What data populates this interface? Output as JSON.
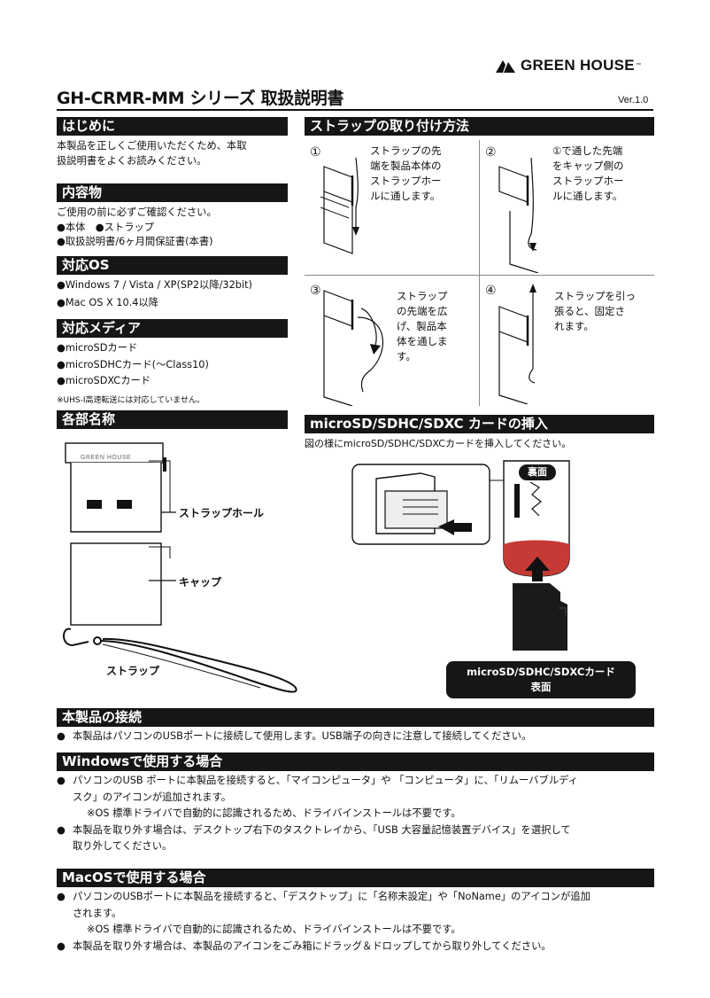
{
  "header": {
    "brand": "GREEN HOUSE",
    "brand_tm": "™",
    "title": "GH-CRMR-MM シリーズ 取扱説明書",
    "version": "Ver.1.0"
  },
  "intro": {
    "heading": "はじめに",
    "lines": [
      "本製品を正しくご使用いただくため、本取",
      "扱説明書をよくお読みください。"
    ]
  },
  "contents": {
    "heading": "内容物",
    "lines": [
      "ご使用の前に必ずご確認ください。",
      "●本体　●ストラップ",
      "●取扱説明書/6ヶ月間保証書(本書)"
    ]
  },
  "os": {
    "heading": "対応OS",
    "lines": [
      "●Windows 7 / Vista / XP(SP2以降/32bit)",
      "●Mac OS X 10.4以降"
    ]
  },
  "media": {
    "heading": "対応メディア",
    "lines": [
      "●microSDカード",
      "●microSDHCカード(～Class10)",
      "●microSDXCカード"
    ],
    "note": "※UHS-I高速転送には対応していません。"
  },
  "parts": {
    "heading": "各部名称",
    "device_print": "GREEN HOUSE",
    "strap_hole": "ストラップホール",
    "cap": "キャップ",
    "strap": "ストラップ"
  },
  "strap_steps": {
    "heading": "ストラップの取り付け方法",
    "steps": [
      {
        "num": "①",
        "lines": [
          "ストラップの先",
          "端を製品本体の",
          "ストラップホー",
          "ルに通します。"
        ]
      },
      {
        "num": "②",
        "lines": [
          "①で通した先端",
          "をキャップ側の",
          "ストラップホー",
          "ルに通します。"
        ]
      },
      {
        "num": "③",
        "lines": [
          "ストラップ",
          "の先端を広",
          "げ、製品本",
          "体を通しま",
          "す。"
        ]
      },
      {
        "num": "④",
        "lines": [
          "ストラップを引っ",
          "張ると、固定さ",
          "れます。"
        ]
      }
    ]
  },
  "card_insert": {
    "heading": "microSD/SDHC/SDXC カードの挿入",
    "instruction": "図の様にmicroSD/SDHC/SDXCカードを挿入してください。",
    "back_label": "裏面",
    "caption_line1": "microSD/SDHC/SDXCカード",
    "caption_line2": "表面"
  },
  "connection": {
    "heading": "本製品の接続",
    "bullet": "●",
    "text": "本製品はパソコンのUSBポートに接続して使用します。USB端子の向きに注意して接続してください。"
  },
  "windows": {
    "heading": "Windowsで使用する場合",
    "bullet": "●",
    "item1_line1": "パソコンのUSB ポートに本製品を接続すると、「マイコンピュータ」や 「コンピュータ」に、「リムーバブルディ",
    "item1_line2": "スク」のアイコンが追加されます。",
    "item1_note": "※OS 標準ドライバで自動的に認識されるため、ドライバインストールは不要です。",
    "item2_line1": "本製品を取り外す場合は、デスクトップ右下のタスクトレイから、「USB 大容量記憶装置デバイス」を選択して",
    "item2_line2": "取り外してください。"
  },
  "macos": {
    "heading": "MacOSで使用する場合",
    "bullet": "●",
    "item1_line1": "パソコンのUSBポートに本製品を接続すると、「デスクトップ」に「名称未設定」や「NoName」のアイコンが追加",
    "item1_line2": "されます。",
    "item1_note": "※OS 標準ドライバで自動的に認識されるため、ドライバインストールは不要です。",
    "item2_line1": "本製品を取り外す場合は、本製品のアイコンをごみ箱にドラッグ＆ドロップしてから取り外してください。"
  }
}
